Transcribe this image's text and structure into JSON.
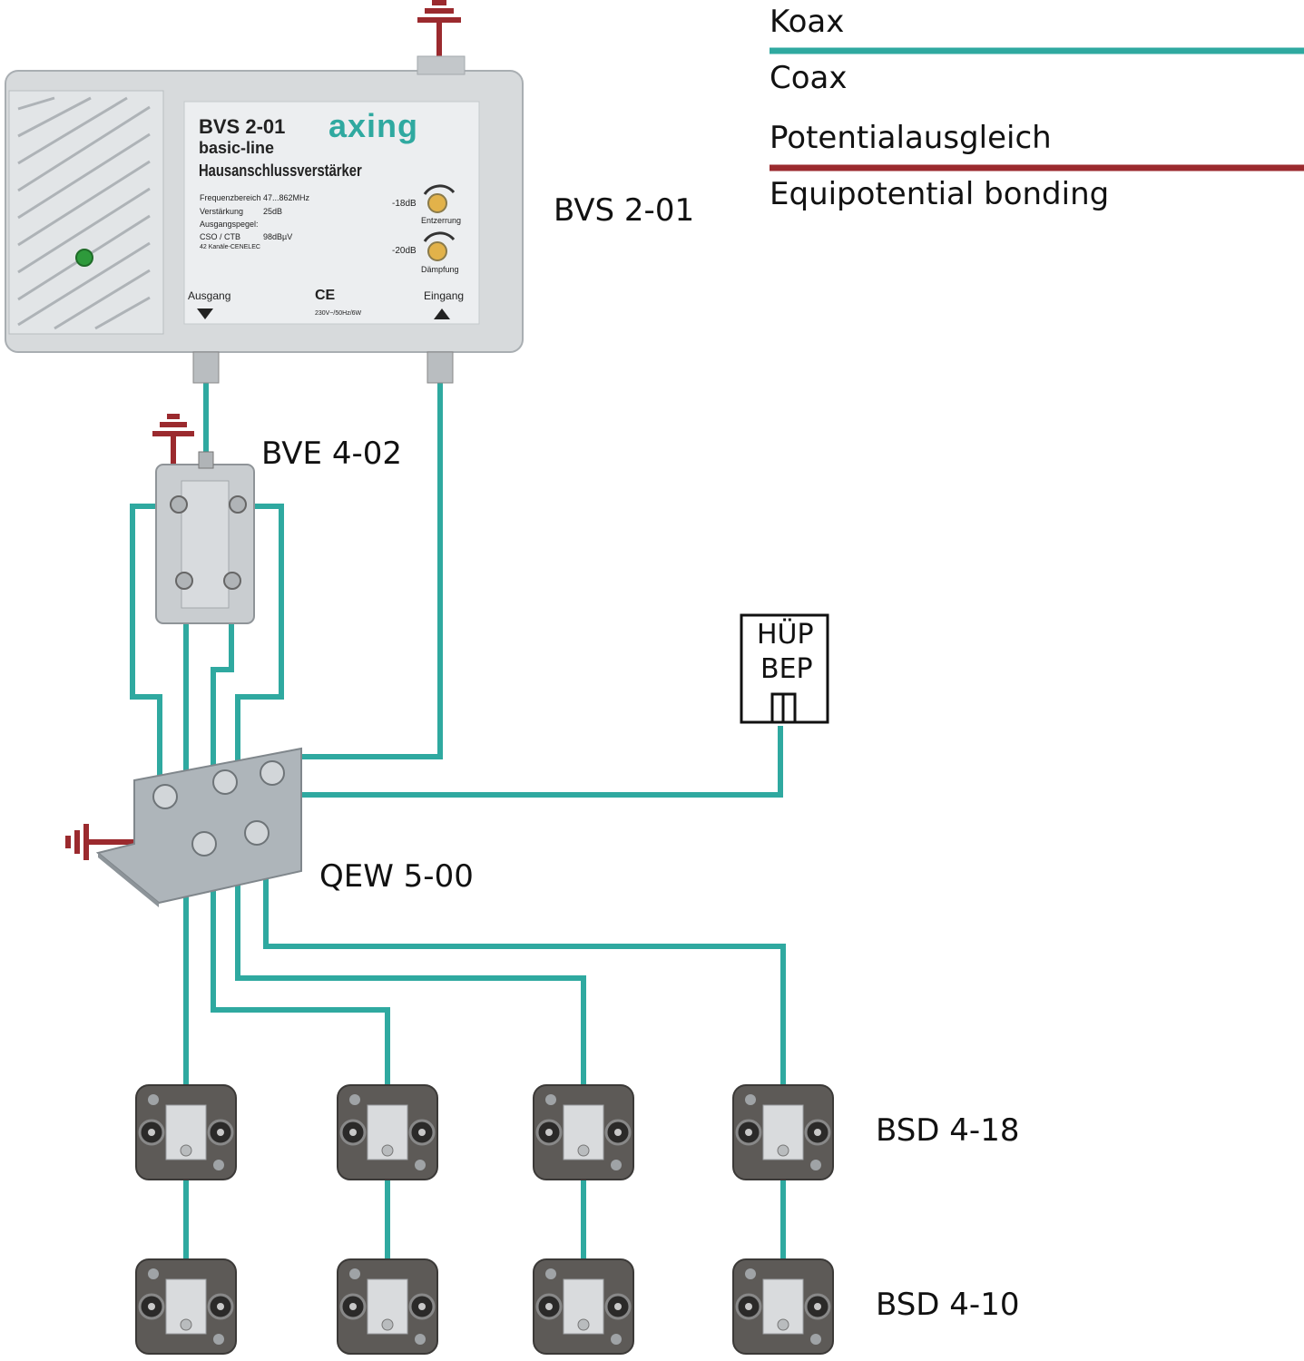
{
  "legend": {
    "coax_de": "Koax",
    "coax_en": "Coax",
    "bond_de": "Potentialausgleich",
    "bond_en": "Equipotential bonding"
  },
  "colors": {
    "coax": "#2fa9a0",
    "bonding": "#9b2a2e",
    "device_metal": "#c8cdd0",
    "amp_body": "#d7dadc",
    "socket": "#5d5a57"
  },
  "devices": {
    "amplifier": "BVS 2-01",
    "splitter": "BVE 4-02",
    "multiswitch": "QEW 5-00",
    "socket_row1": "BSD 4-18",
    "socket_row2": "BSD 4-10",
    "hup_line1": "HÜP",
    "hup_line2": "BEP"
  },
  "amp_panel": {
    "model": "BVS 2-01",
    "series": "basic-line",
    "title": "Hausanschlussverstärker",
    "brand": "axing",
    "spec_freq_label": "Frequenzbereich",
    "spec_freq_value": "47...862MHz",
    "spec_gain_label": "Verstärkung",
    "spec_gain_value": "25dB",
    "spec_level_label": "Ausgangspegel:",
    "spec_cso_label": "CSO / CTB",
    "spec_cso_value": "98dBµV",
    "spec_channels": "42 Kanäle-CENELEC",
    "eq_value": "-18dB",
    "eq_label": "Entzerrung",
    "att_value": "-20dB",
    "att_label": "Dämpfung",
    "output_label": "Ausgang",
    "input_label": "Eingang",
    "power": "230V~/50Hz/6W",
    "cert": "CE"
  }
}
